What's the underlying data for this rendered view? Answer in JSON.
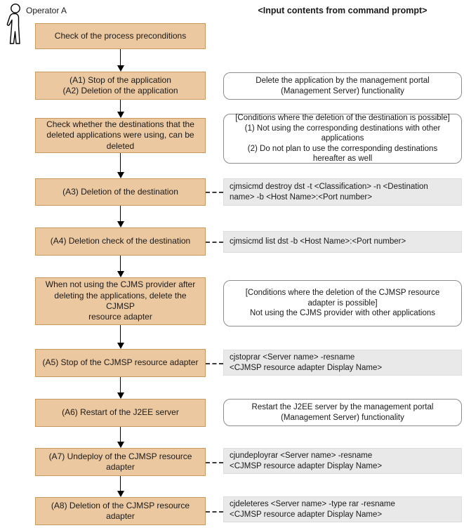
{
  "header": {
    "operator_label": "Operator A",
    "column_title": "<Input contents from command prompt>"
  },
  "flow": {
    "s1": "Check of the process preconditions",
    "s2": "(A1) Stop of the application\n(A2) Deletion of the application",
    "s3": "Check whether the destinations that the\ndeleted applications were using, can be\ndeleted",
    "s4": "(A3) Deletion of the destination",
    "s5": "(A4) Deletion check of the destination",
    "s6": "When not using the CJMS provider after\ndeleting the applications, delete the CJMSP\nresource adapter",
    "s7": "(A5) Stop of the CJMSP resource adapter",
    "s8": "(A6) Restart of the J2EE server",
    "s9": "(A7) Undeploy of the CJMSP resource\nadapter",
    "s10": "(A8) Deletion of the  CJMSP resource\nadapter"
  },
  "annotations": {
    "a1": "Delete the application by the management portal\n(Management Server) functionality",
    "a2": "[Conditions where the deletion of the destination is possible]\n(1) Not using the corresponding destinations with other\napplications\n(2) Do not plan to use the corresponding destinations\nhereafter as well",
    "a3": "[Conditions where the deletion of the CJMSP resource\nadapter is possible]\nNot using the CJMS provider with other applications",
    "a4": "Restart the J2EE server by the management portal\n(Management Server) functionality"
  },
  "commands": {
    "c_a3": "cjmsicmd destroy dst -t <Classification> -n <Destination\nname> -b <Host Name>:<Port number>",
    "c_a4": "cjmsicmd list dst -b <Host Name>:<Port number>",
    "c_a5": "cjstoprar <Server name> -resname\n<CJMSP resource adapter Display Name>",
    "c_a7": "cjundeployrar <Server name> -resname\n<CJMSP resource adapter Display Name>",
    "c_a8": "cjdeleteres <Server name> -type rar -resname\n<CJMSP resource adapter Display Name>"
  },
  "icons": {
    "operator": "person-icon"
  },
  "colors": {
    "flow_box_fill": "#ECC8A1",
    "flow_box_border": "#C8995F",
    "command_box_fill": "#E9E9E9",
    "annotation_border": "#8C8C8C",
    "connector": "#000000"
  }
}
